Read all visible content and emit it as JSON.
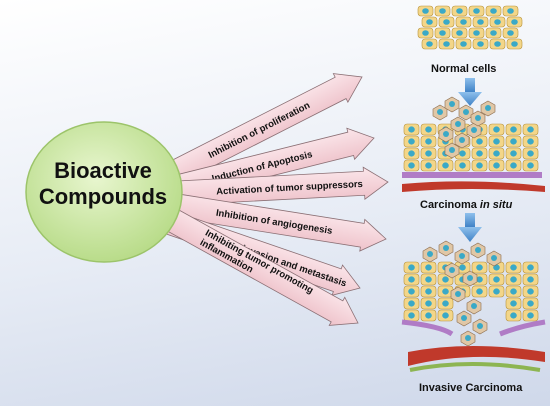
{
  "center": {
    "line1": "Bioactive",
    "line2": "Compounds"
  },
  "arrows": [
    {
      "label": "Inhibition of proliferation"
    },
    {
      "label": "Induction of Apoptosis"
    },
    {
      "label": "Activation of tumor suppressors"
    },
    {
      "label": "Inhibition of angiogenesis"
    },
    {
      "label": "Blocking invasion and metastasis"
    },
    {
      "label": "Inhibiting tumor promoting",
      "label2": "inflammation"
    }
  ],
  "stages": {
    "normal": "Normal cells",
    "carcinoma_main": "Carcinoma ",
    "carcinoma_italic": "in situ",
    "invasive": "Invasive Carcinoma"
  },
  "colors": {
    "ellipse": "#cfe8a8",
    "arrow_fill": "#f6d3d9",
    "arrow_stroke": "#8a6f74",
    "down_arrow": "#5b9bd5",
    "cell": "#f3d689",
    "nucleus": "#3aa9c7",
    "vessel": "#c0392b",
    "membrane": "#b07cc6"
  }
}
